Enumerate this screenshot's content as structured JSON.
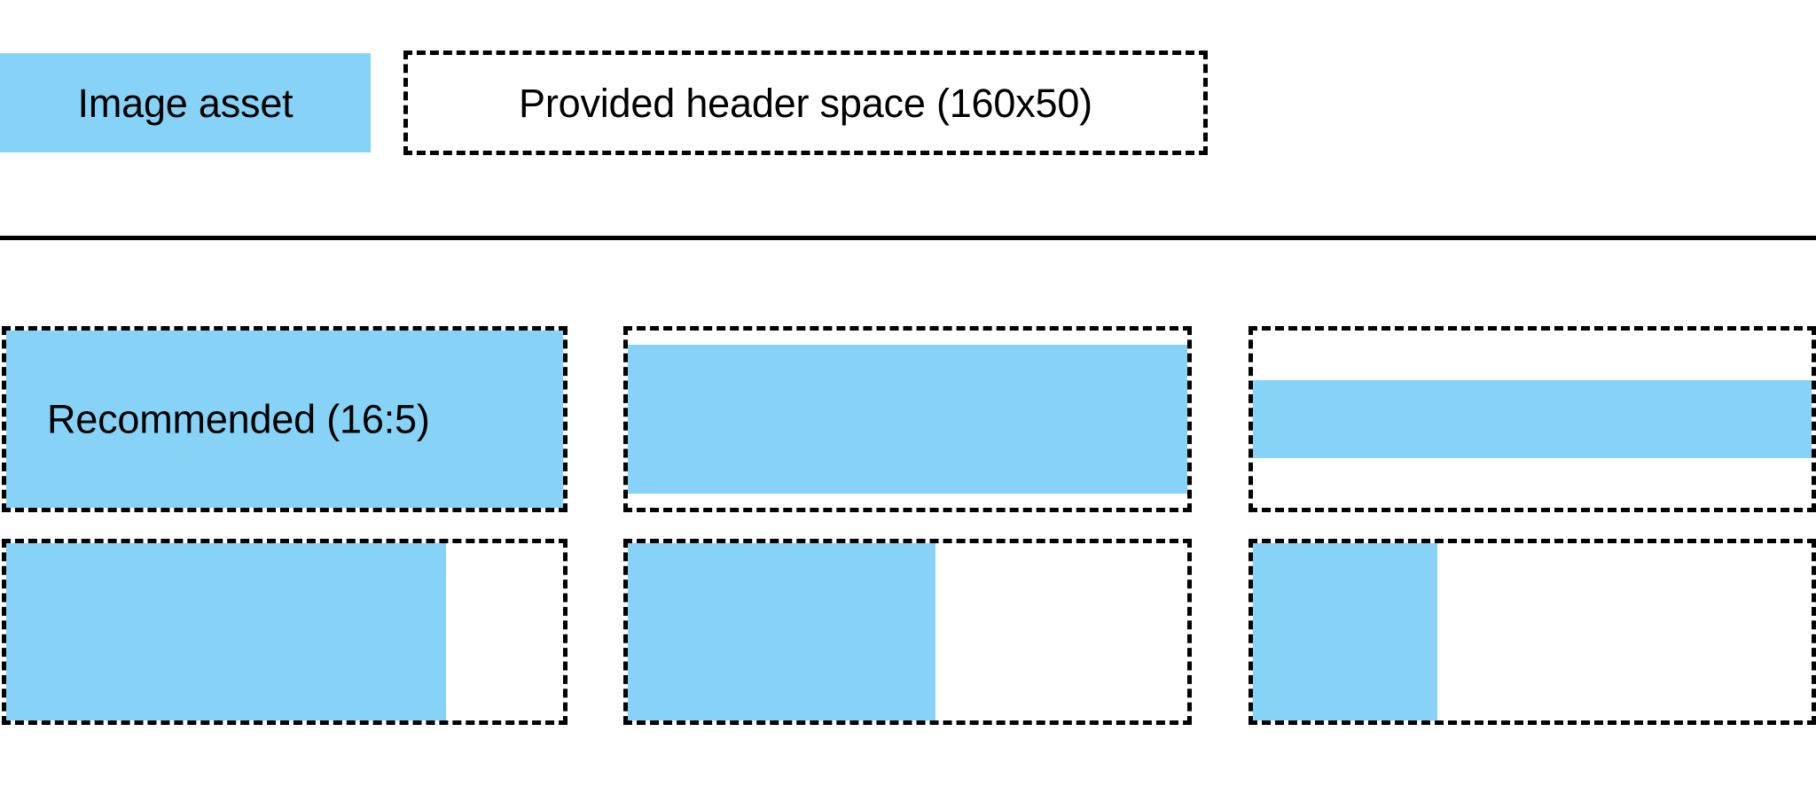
{
  "colors": {
    "swatch_blue": "#86d3f7",
    "outline_black": "#000000",
    "background_white": "#ffffff"
  },
  "header": {
    "image_asset_chip_label": "Image asset",
    "provided_space_label": "Provided header space (160x50)"
  },
  "divider": {
    "present": true
  },
  "grid": {
    "rows": [
      {
        "name": "row-1",
        "cells": [
          {
            "label": "Recommended (16:5)",
            "fill": "full"
          },
          {
            "label": "",
            "fill": "inset-vertical"
          },
          {
            "label": "",
            "fill": "band-vertical"
          }
        ]
      },
      {
        "name": "row-2",
        "cells": [
          {
            "label": "",
            "fill": "width-79"
          },
          {
            "label": "",
            "fill": "width-55"
          },
          {
            "label": "",
            "fill": "width-33"
          }
        ]
      }
    ]
  }
}
